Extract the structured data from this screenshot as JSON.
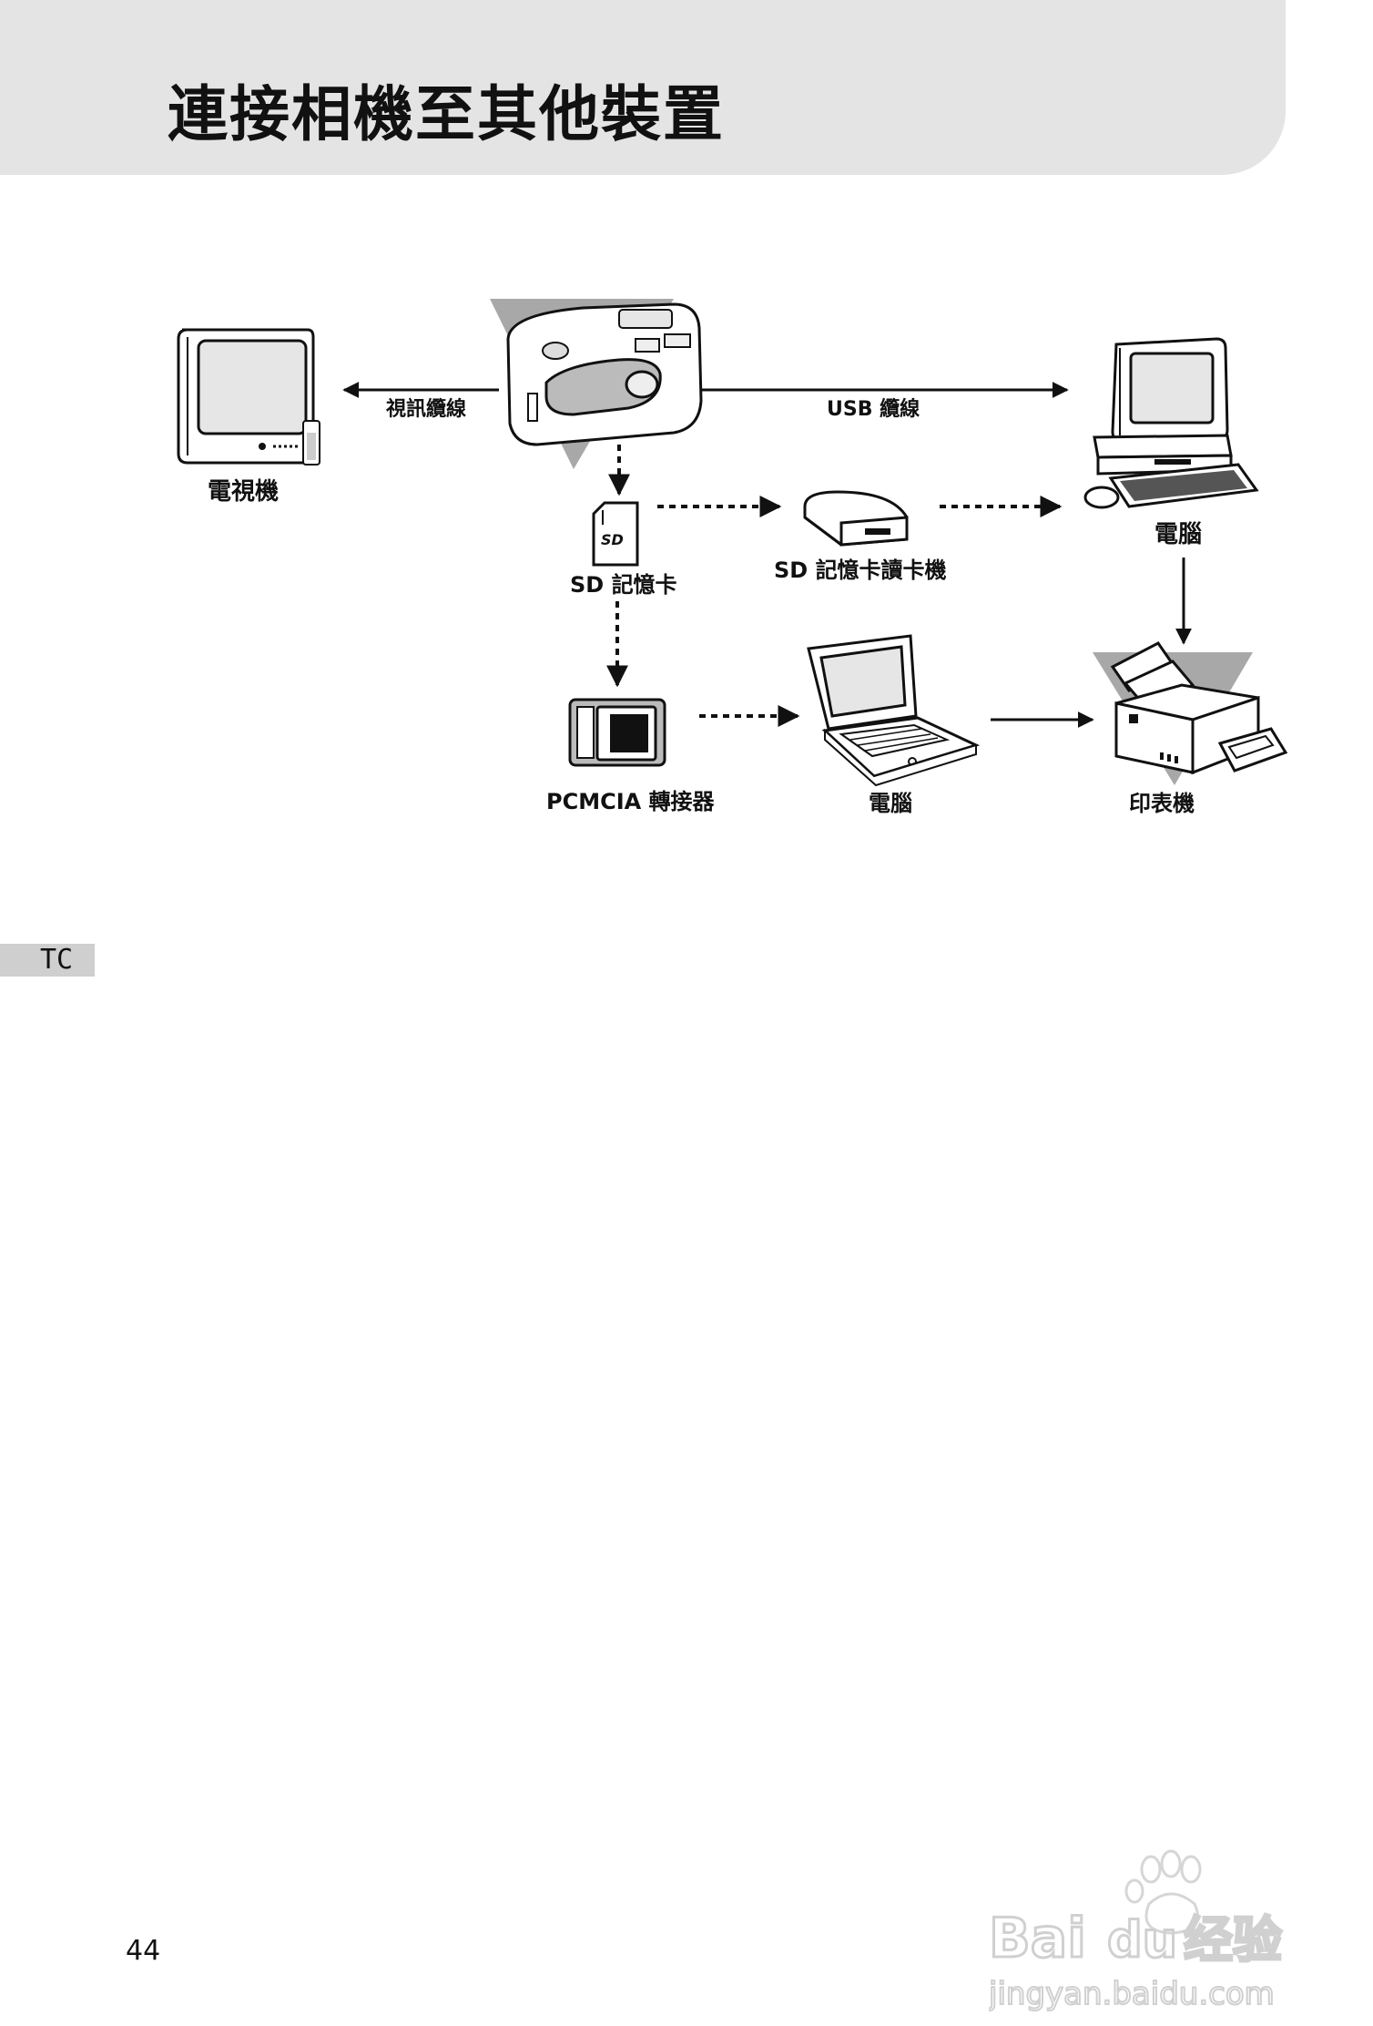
{
  "page": {
    "title": "連接相機至其他裝置",
    "language_tab": "TC",
    "page_number": "44"
  },
  "diagram": {
    "nodes": {
      "camera": "",
      "tv": "電視機",
      "computer_desktop": "電腦",
      "sd_card": "SD 記憶卡",
      "sd_reader": "SD 記憶卡讀卡機",
      "pcmcia": "PCMCIA 轉接器",
      "laptop": "電腦",
      "printer": "印表機"
    },
    "edges": {
      "video_cable": "視訊纜線",
      "usb_cable": "USB 纜線"
    },
    "sd_logo": "SD"
  },
  "watermark": {
    "brand": "Bai",
    "brand2": "du",
    "cn": "经验",
    "url": "jingyan.baidu.com"
  },
  "colors": {
    "header_band": "#e4e4e4",
    "tab": "#cfcfcf",
    "shadow_triangle": "#a8a8a8"
  }
}
